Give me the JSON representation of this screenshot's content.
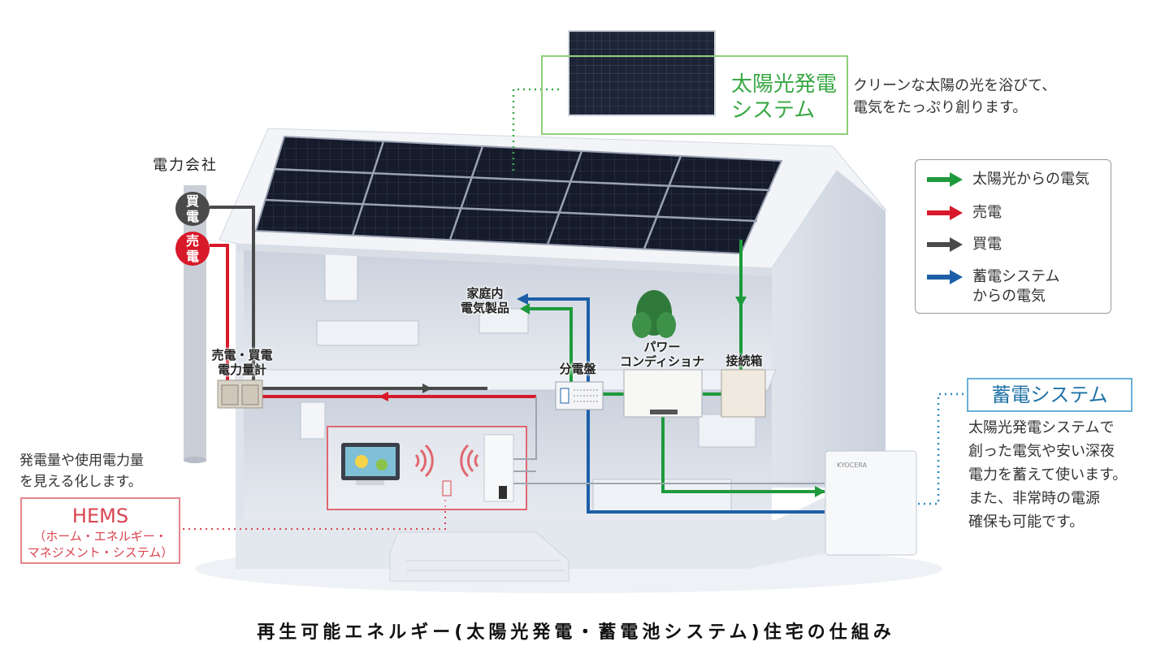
{
  "solar": {
    "title": "太陽光発電\nシステム",
    "desc": "クリーンな太陽の光を浴びて、\n電気をたっぷり創ります。"
  },
  "utility": {
    "label": "電力会社",
    "buy_badge": "買\n電",
    "sell_badge": "売\n電"
  },
  "legend": {
    "items": [
      {
        "label": "太陽光からの電気",
        "color": "#1e9a3c"
      },
      {
        "label": "売電",
        "color": "#d7192a"
      },
      {
        "label": "買電",
        "color": "#4a4a4a"
      },
      {
        "label": "蓄電システム\nからの電気",
        "color": "#1c5fa8"
      }
    ]
  },
  "components": {
    "meter": "売電・買電\n電力量計",
    "appliances": "家庭内\n電気製品",
    "panel": "分電盤",
    "power_conditioner": "パワー\nコンディショナ",
    "junction_box": "接続箱"
  },
  "storage": {
    "title": "蓄電システム",
    "desc": "太陽光発電システムで\n創った電気や安い深夜\n電力を蓄えて使います。\nまた、非常時の電源\n確保も可能です。"
  },
  "hems": {
    "intro": "発電量や使用電力量\nを見える化します。",
    "title": "HEMS",
    "subtitle": "（ホーム・エネルギー・\nマネジメント・システム）"
  },
  "caption": "再生可能エネルギー(太陽光発電・蓄電池システム)住宅の仕組み"
}
